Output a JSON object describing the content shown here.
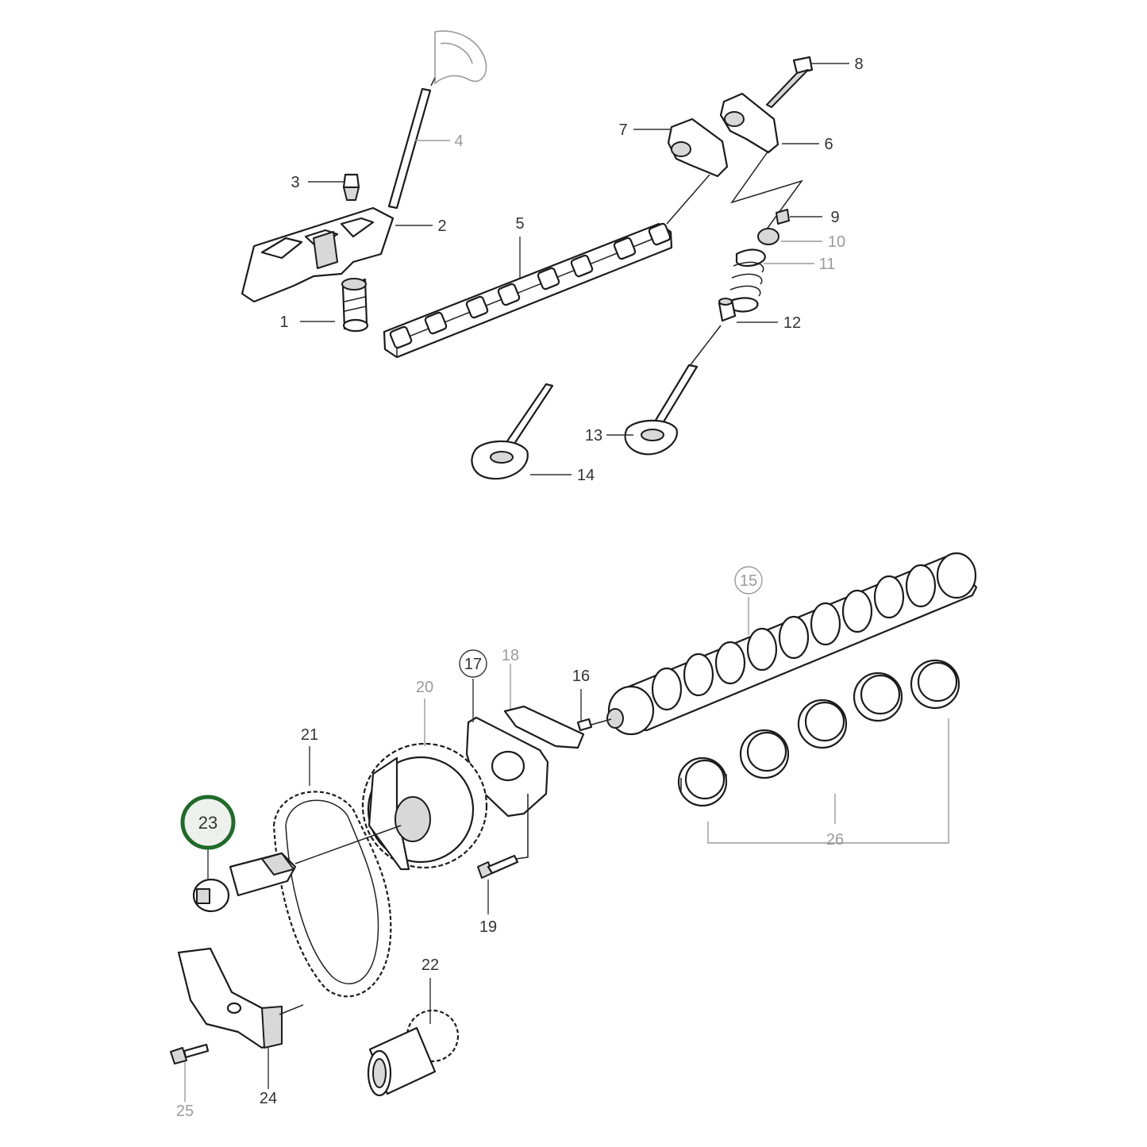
{
  "callouts": [
    {
      "id": "1",
      "label": "1",
      "style": "normal"
    },
    {
      "id": "2",
      "label": "2",
      "style": "normal"
    },
    {
      "id": "3",
      "label": "3",
      "style": "normal"
    },
    {
      "id": "4",
      "label": "4",
      "style": "normal"
    },
    {
      "id": "5",
      "label": "5",
      "style": "normal"
    },
    {
      "id": "6",
      "label": "6",
      "style": "normal"
    },
    {
      "id": "7",
      "label": "7",
      "style": "normal"
    },
    {
      "id": "8",
      "label": "8",
      "style": "normal"
    },
    {
      "id": "9",
      "label": "9",
      "style": "normal"
    },
    {
      "id": "10",
      "label": "10",
      "style": "normal"
    },
    {
      "id": "11",
      "label": "11",
      "style": "normal"
    },
    {
      "id": "12",
      "label": "12",
      "style": "normal"
    },
    {
      "id": "13",
      "label": "13",
      "style": "normal"
    },
    {
      "id": "14",
      "label": "14",
      "style": "normal"
    },
    {
      "id": "15",
      "label": "15",
      "style": "light-circled"
    },
    {
      "id": "16",
      "label": "16",
      "style": "normal"
    },
    {
      "id": "17",
      "label": "17",
      "style": "circled"
    },
    {
      "id": "18",
      "label": "18",
      "style": "light"
    },
    {
      "id": "19",
      "label": "19",
      "style": "normal"
    },
    {
      "id": "20",
      "label": "20",
      "style": "light"
    },
    {
      "id": "21",
      "label": "21",
      "style": "normal"
    },
    {
      "id": "22",
      "label": "22",
      "style": "normal"
    },
    {
      "id": "23",
      "label": "23",
      "style": "highlighted"
    },
    {
      "id": "24",
      "label": "24",
      "style": "normal"
    },
    {
      "id": "25",
      "label": "25",
      "style": "light"
    },
    {
      "id": "26",
      "label": "26",
      "style": "light"
    }
  ],
  "highlight": {
    "callout": "23",
    "ring_color": "#1f6b2a",
    "fill_color": "#eef0ee"
  }
}
